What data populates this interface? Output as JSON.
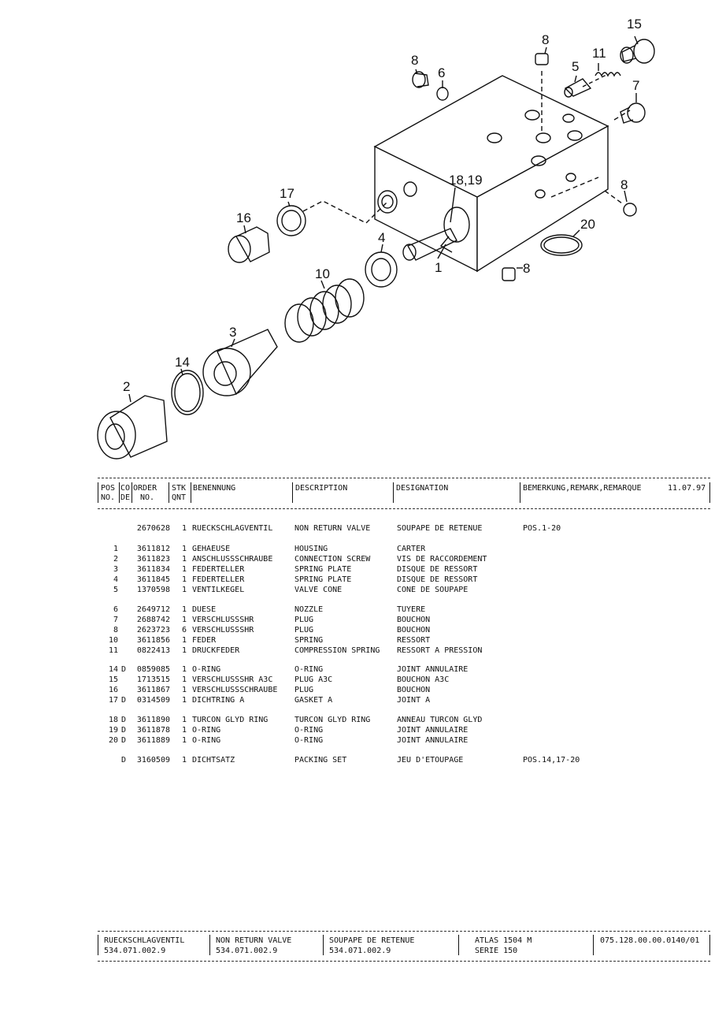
{
  "diagram": {
    "callouts": [
      "15",
      "8",
      "11",
      "5",
      "8",
      "6",
      "7",
      "18,19",
      "17",
      "16",
      "8",
      "20",
      "4",
      "1",
      "8",
      "10",
      "3",
      "14",
      "2"
    ]
  },
  "table": {
    "header": {
      "pos": "POS",
      "pos_sub": "NO.",
      "code": "CO",
      "code_sub": "DE",
      "order": "ORDER",
      "order_sub": "NO.",
      "qty": "STK",
      "qty_sub": "QNT",
      "benennung": "BENENNUNG",
      "description": "DESCRIPTION",
      "designation": "DESIGNATION",
      "remark": "BEMERKUNG,REMARK,REMARQUE",
      "date": "11.07.97"
    },
    "rows": [
      {
        "pos": "",
        "code": "",
        "order": "2670628",
        "qty": "1",
        "benennung": "RUECKSCHLAGVENTIL",
        "description": "NON RETURN VALVE",
        "designation": "SOUPAPE DE RETENUE",
        "remark": "POS.1-20"
      },
      {
        "pos": "1",
        "code": "",
        "order": "3611812",
        "qty": "1",
        "benennung": "GEHAEUSE",
        "description": "HOUSING",
        "designation": "CARTER",
        "remark": ""
      },
      {
        "pos": "2",
        "code": "",
        "order": "3611823",
        "qty": "1",
        "benennung": "ANSCHLUSSSCHRAUBE",
        "description": "CONNECTION SCREW",
        "designation": "VIS DE RACCORDEMENT",
        "remark": ""
      },
      {
        "pos": "3",
        "code": "",
        "order": "3611834",
        "qty": "1",
        "benennung": "FEDERTELLER",
        "description": "SPRING PLATE",
        "designation": "DISQUE DE RESSORT",
        "remark": ""
      },
      {
        "pos": "4",
        "code": "",
        "order": "3611845",
        "qty": "1",
        "benennung": "FEDERTELLER",
        "description": "SPRING PLATE",
        "designation": "DISQUE DE RESSORT",
        "remark": ""
      },
      {
        "pos": "5",
        "code": "",
        "order": "1370598",
        "qty": "1",
        "benennung": "VENTILKEGEL",
        "description": "VALVE CONE",
        "designation": "CONE DE SOUPAPE",
        "remark": ""
      },
      {
        "pos": "6",
        "code": "",
        "order": "2649712",
        "qty": "1",
        "benennung": "DUESE",
        "description": "NOZZLE",
        "designation": "TUYERE",
        "remark": ""
      },
      {
        "pos": "7",
        "code": "",
        "order": "2688742",
        "qty": "1",
        "benennung": "VERSCHLUSSSHR",
        "description": "PLUG",
        "designation": "BOUCHON",
        "remark": ""
      },
      {
        "pos": "8",
        "code": "",
        "order": "2623723",
        "qty": "6",
        "benennung": "VERSCHLUSSSHR",
        "description": "PLUG",
        "designation": "BOUCHON",
        "remark": ""
      },
      {
        "pos": "10",
        "code": "",
        "order": "3611856",
        "qty": "1",
        "benennung": "FEDER",
        "description": "SPRING",
        "designation": "RESSORT",
        "remark": ""
      },
      {
        "pos": "11",
        "code": "",
        "order": "0822413",
        "qty": "1",
        "benennung": "DRUCKFEDER",
        "description": "COMPRESSION SPRING",
        "designation": "RESSORT A PRESSION",
        "remark": ""
      },
      {
        "pos": "14",
        "code": "D",
        "order": "0859085",
        "qty": "1",
        "benennung": "O-RING",
        "description": "O-RING",
        "designation": "JOINT ANNULAIRE",
        "remark": ""
      },
      {
        "pos": "15",
        "code": "",
        "order": "1713515",
        "qty": "1",
        "benennung": "VERSCHLUSSSHR A3C",
        "description": "PLUG A3C",
        "designation": "BOUCHON A3C",
        "remark": ""
      },
      {
        "pos": "16",
        "code": "",
        "order": "3611867",
        "qty": "1",
        "benennung": "VERSCHLUSSSCHRAUBE",
        "description": "PLUG",
        "designation": "BOUCHON",
        "remark": ""
      },
      {
        "pos": "17",
        "code": "D",
        "order": "0314509",
        "qty": "1",
        "benennung": "DICHTRING A",
        "description": "GASKET A",
        "designation": "JOINT A",
        "remark": ""
      },
      {
        "pos": "18",
        "code": "D",
        "order": "3611890",
        "qty": "1",
        "benennung": "TURCON GLYD RING",
        "description": "TURCON GLYD RING",
        "designation": "ANNEAU TURCON GLYD",
        "remark": ""
      },
      {
        "pos": "19",
        "code": "D",
        "order": "3611878",
        "qty": "1",
        "benennung": "O-RING",
        "description": "O-RING",
        "designation": "JOINT ANNULAIRE",
        "remark": ""
      },
      {
        "pos": "20",
        "code": "D",
        "order": "3611889",
        "qty": "1",
        "benennung": "O-RING",
        "description": "O-RING",
        "designation": "JOINT ANNULAIRE",
        "remark": ""
      },
      {
        "pos": "",
        "code": "D",
        "order": "3160509",
        "qty": "1",
        "benennung": "DICHTSATZ",
        "description": "PACKING SET",
        "designation": "JEU D'ETOUPAGE",
        "remark": "POS.14,17-20"
      }
    ]
  },
  "footer": {
    "de_name": "RUECKSCHLAGVENTIL",
    "de_code": "534.071.002.9",
    "en_name": "NON RETURN VALVE",
    "en_code": "534.071.002.9",
    "fr_name": "SOUPAPE DE RETENUE",
    "fr_code": "534.071.002.9",
    "model": "ATLAS 1504 M",
    "series": "SERIE 150",
    "doc_no": "075.128.00.00.0140/01"
  }
}
